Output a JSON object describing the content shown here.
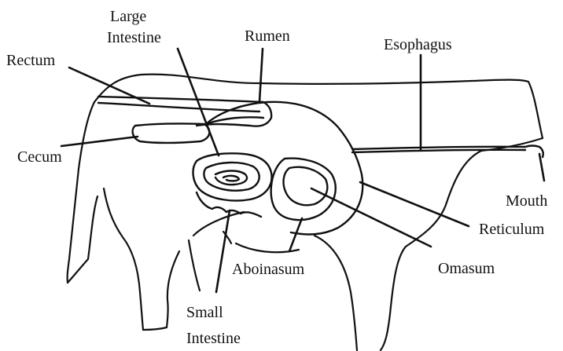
{
  "labels": {
    "large_intestine": [
      "Large",
      "Intestine"
    ],
    "rumen": "Rumen",
    "esophagus": "Esophagus",
    "rectum": "Rectum",
    "cecum": "Cecum",
    "mouth": "Mouth",
    "reticulum": "Reticulum",
    "omasum": "Omasum",
    "aboinasum": "Aboinasum",
    "small_intestine": [
      "Small",
      "Intestine"
    ]
  }
}
